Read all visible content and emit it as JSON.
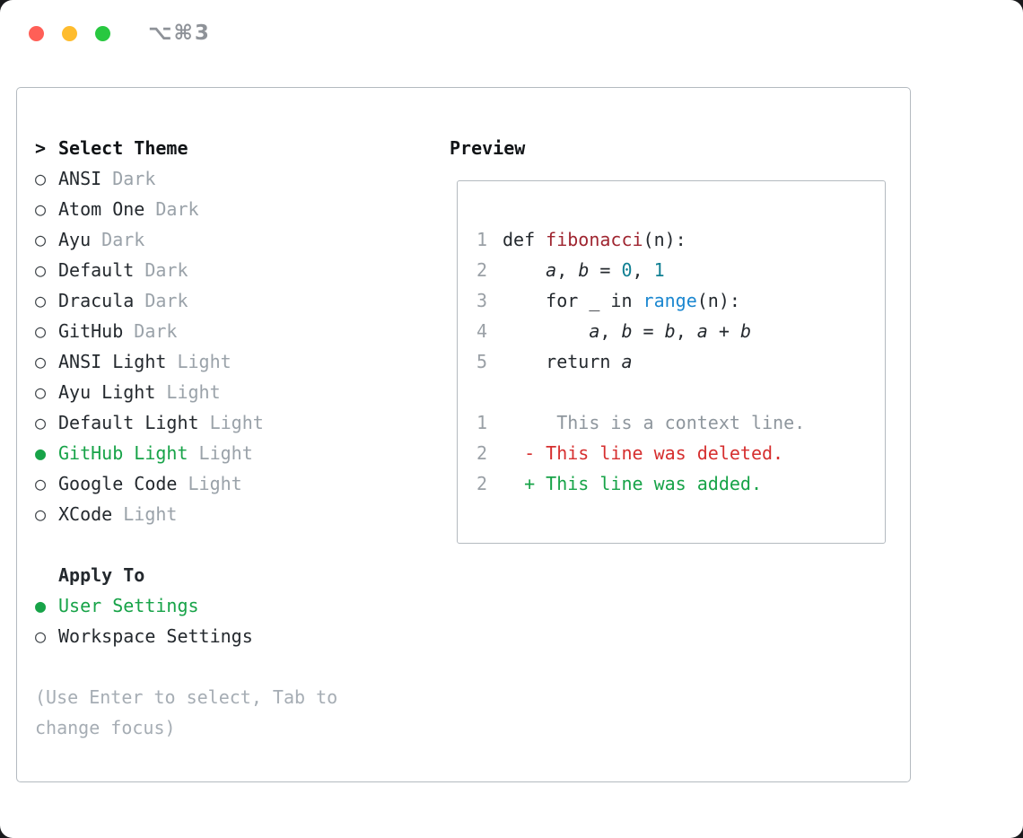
{
  "titlebar": {
    "shortcut": "⌥⌘3"
  },
  "colors": {
    "accent_green": "#17a348",
    "deleted_red": "#d62f2f",
    "traffic_red": "#ff5f57",
    "traffic_yellow": "#febc2e",
    "traffic_green": "#28c840"
  },
  "icons": {
    "prompt": ">",
    "radio_selected": "●",
    "radio_unselected": "○"
  },
  "picker": {
    "title": "Select Theme",
    "items": [
      {
        "name": "ANSI",
        "variant": "Dark",
        "selected": false
      },
      {
        "name": "Atom One",
        "variant": "Dark",
        "selected": false
      },
      {
        "name": "Ayu",
        "variant": "Dark",
        "selected": false
      },
      {
        "name": "Default",
        "variant": "Dark",
        "selected": false
      },
      {
        "name": "Dracula",
        "variant": "Dark",
        "selected": false
      },
      {
        "name": "GitHub",
        "variant": "Dark",
        "selected": false
      },
      {
        "name": "ANSI Light",
        "variant": "Light",
        "selected": false
      },
      {
        "name": "Ayu Light",
        "variant": "Light",
        "selected": false
      },
      {
        "name": "Default Light",
        "variant": "Light",
        "selected": false
      },
      {
        "name": "GitHub Light",
        "variant": "Light",
        "selected": true
      },
      {
        "name": "Google Code",
        "variant": "Light",
        "selected": false
      },
      {
        "name": "XCode",
        "variant": "Light",
        "selected": false
      }
    ]
  },
  "apply": {
    "title": "Apply To",
    "options": [
      {
        "label": "User Settings",
        "selected": true
      },
      {
        "label": "Workspace Settings",
        "selected": false
      }
    ]
  },
  "hint": "(Use Enter to select, Tab to change focus)",
  "preview": {
    "title": "Preview",
    "lines": [
      {
        "num": "1",
        "tokens": [
          {
            "t": "def ",
            "s": "plain"
          },
          {
            "t": "fibonacci",
            "s": "func"
          },
          {
            "t": "(n):",
            "s": "plain"
          }
        ]
      },
      {
        "num": "2",
        "tokens": [
          {
            "t": "    ",
            "s": "plain"
          },
          {
            "t": "a",
            "s": "var"
          },
          {
            "t": ", ",
            "s": "plain"
          },
          {
            "t": "b",
            "s": "var"
          },
          {
            "t": " = ",
            "s": "plain"
          },
          {
            "t": "0",
            "s": "num"
          },
          {
            "t": ", ",
            "s": "plain"
          },
          {
            "t": "1",
            "s": "num"
          }
        ]
      },
      {
        "num": "3",
        "tokens": [
          {
            "t": "    for _ in ",
            "s": "plain"
          },
          {
            "t": "range",
            "s": "builtin"
          },
          {
            "t": "(n):",
            "s": "plain"
          }
        ]
      },
      {
        "num": "4",
        "tokens": [
          {
            "t": "        ",
            "s": "plain"
          },
          {
            "t": "a",
            "s": "var"
          },
          {
            "t": ", ",
            "s": "plain"
          },
          {
            "t": "b",
            "s": "var"
          },
          {
            "t": " = ",
            "s": "plain"
          },
          {
            "t": "b",
            "s": "var"
          },
          {
            "t": ", ",
            "s": "plain"
          },
          {
            "t": "a",
            "s": "var"
          },
          {
            "t": " + ",
            "s": "plain"
          },
          {
            "t": "b",
            "s": "var"
          }
        ]
      },
      {
        "num": "5",
        "tokens": [
          {
            "t": "    return ",
            "s": "plain"
          },
          {
            "t": "a",
            "s": "var"
          }
        ]
      },
      {
        "blank": true
      },
      {
        "num": "1",
        "style": "context",
        "text": "     This is a context line."
      },
      {
        "num": "2",
        "style": "deleted",
        "text": "  - This line was deleted."
      },
      {
        "num": "2",
        "style": "added",
        "text": "  + This line was added."
      }
    ]
  }
}
